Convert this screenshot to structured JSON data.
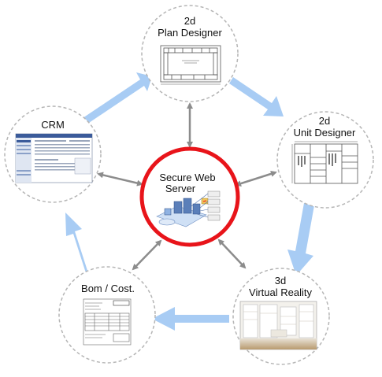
{
  "center": {
    "label_line1": "Secure Web",
    "label_line2": "Server",
    "ring_color": "#e8141a"
  },
  "nodes": {
    "plan_designer": {
      "label_line1": "2d",
      "label_line2": "Plan Designer"
    },
    "unit_designer": {
      "label_line1": "2d",
      "label_line2": "Unit Designer"
    },
    "virtual_reality": {
      "label_line1": "3d",
      "label_line2": "Virtual Reality"
    },
    "bom_cost": {
      "label_line1": "Bom / Cost."
    },
    "crm": {
      "label_line1": "CRM"
    }
  },
  "colors": {
    "cycle_arrow": "#a8ccf4",
    "connector": "#8c8c8c",
    "node_border": "#b5b5b5"
  }
}
